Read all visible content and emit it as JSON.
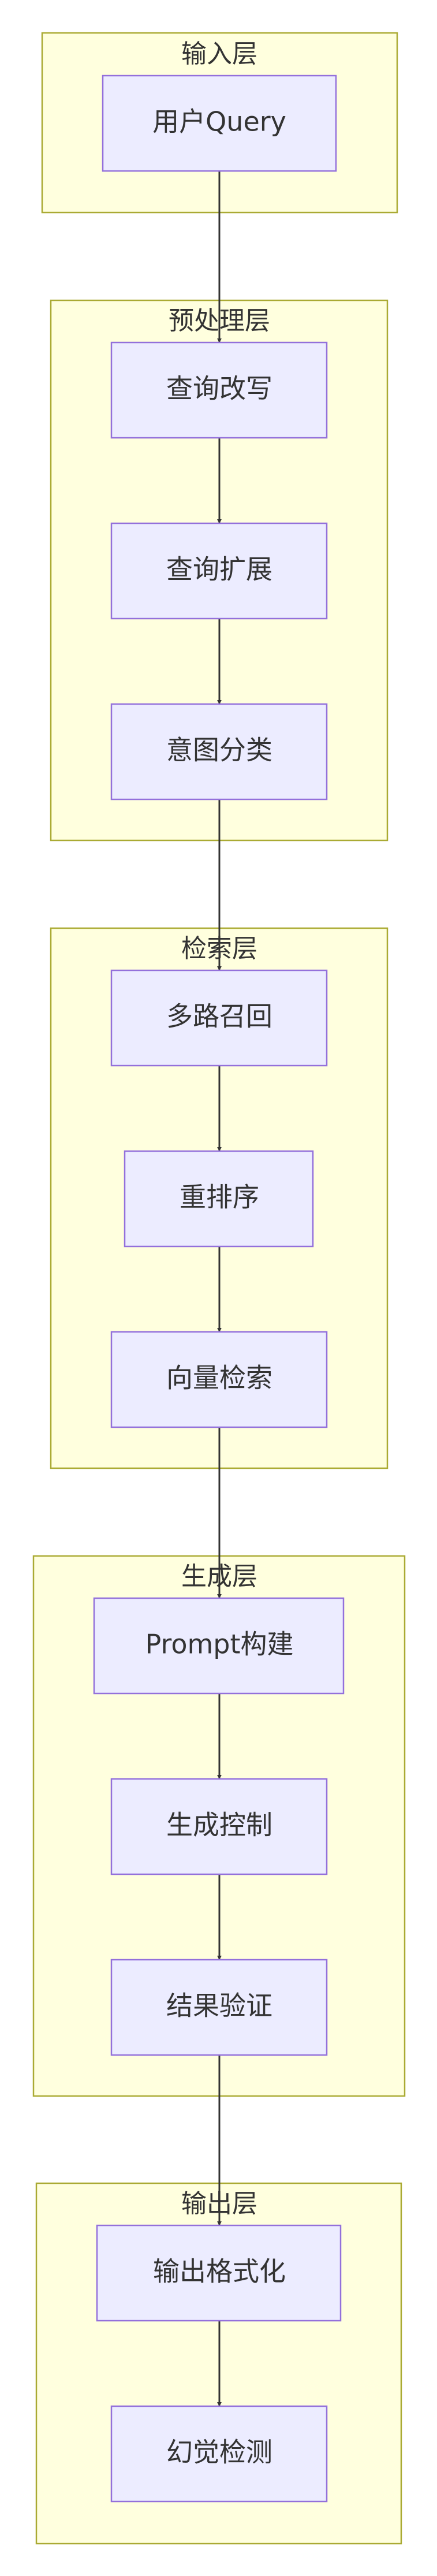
{
  "diagram": {
    "clusters": [
      {
        "id": "input",
        "label": "输入层"
      },
      {
        "id": "preprocess",
        "label": "预处理层"
      },
      {
        "id": "retrieval",
        "label": "检索层"
      },
      {
        "id": "generation",
        "label": "生成层"
      },
      {
        "id": "output",
        "label": "输出层"
      }
    ],
    "nodes": [
      {
        "id": "user-query",
        "label": "用户Query",
        "cluster": "input"
      },
      {
        "id": "query-rewrite",
        "label": "查询改写",
        "cluster": "preprocess"
      },
      {
        "id": "query-expansion",
        "label": "查询扩展",
        "cluster": "preprocess"
      },
      {
        "id": "intent-classification",
        "label": "意图分类",
        "cluster": "preprocess"
      },
      {
        "id": "multi-recall",
        "label": "多路召回",
        "cluster": "retrieval"
      },
      {
        "id": "rerank",
        "label": "重排序",
        "cluster": "retrieval"
      },
      {
        "id": "vector-search",
        "label": "向量检索",
        "cluster": "retrieval"
      },
      {
        "id": "prompt-build",
        "label": "Prompt构建",
        "cluster": "generation"
      },
      {
        "id": "generation-control",
        "label": "生成控制",
        "cluster": "generation"
      },
      {
        "id": "result-verify",
        "label": "结果验证",
        "cluster": "generation"
      },
      {
        "id": "output-format",
        "label": "输出格式化",
        "cluster": "output"
      },
      {
        "id": "hallucination-detect",
        "label": "幻觉检测",
        "cluster": "output"
      }
    ],
    "edges": [
      {
        "from": "user-query",
        "to": "query-rewrite"
      },
      {
        "from": "query-rewrite",
        "to": "query-expansion"
      },
      {
        "from": "query-expansion",
        "to": "intent-classification"
      },
      {
        "from": "intent-classification",
        "to": "multi-recall"
      },
      {
        "from": "multi-recall",
        "to": "rerank"
      },
      {
        "from": "rerank",
        "to": "vector-search"
      },
      {
        "from": "vector-search",
        "to": "prompt-build"
      },
      {
        "from": "prompt-build",
        "to": "generation-control"
      },
      {
        "from": "generation-control",
        "to": "result-verify"
      },
      {
        "from": "result-verify",
        "to": "output-format"
      },
      {
        "from": "output-format",
        "to": "hallucination-detect"
      }
    ]
  }
}
